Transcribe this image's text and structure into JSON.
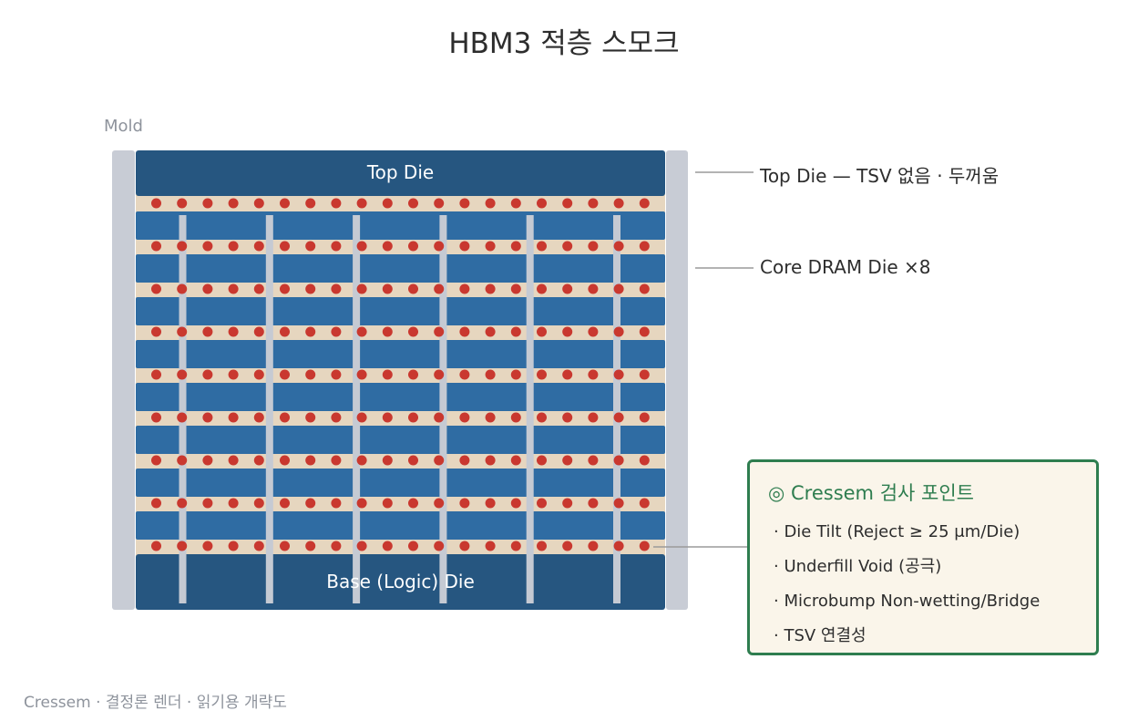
{
  "title": "HBM3 적층 스모크",
  "mold_label": "Mold",
  "dies": {
    "top": "Top Die",
    "base": "Base (Logic) Die"
  },
  "core_die_count": 8,
  "tsv_count": 6,
  "bumps_per_row": 20,
  "callouts": {
    "top_die": "Top Die — TSV 없음 · 두꺼움",
    "core_die": "Core DRAM Die ×8"
  },
  "inspection": {
    "title": "◎ Cressem 검사 포인트",
    "items": [
      "· Die Tilt (Reject ≥ 25 μm/Die)",
      "· Underfill Void (공극)",
      "· Microbump Non-wetting/Bridge",
      "· TSV 연결성"
    ]
  },
  "footer": "Cressem · 결정론 렌더 · 읽기용 개략도",
  "colors": {
    "mold": "#c8ccd5",
    "outer_die": "#265680",
    "core_die": "#2f6ca3",
    "underfill": "#e6d6bf",
    "bump": "#c9382f",
    "tsv": "#c5cad3",
    "leader": "#9a9a9a",
    "accent_green": "#2e7d4f",
    "panel_bg": "#faf5ea"
  }
}
